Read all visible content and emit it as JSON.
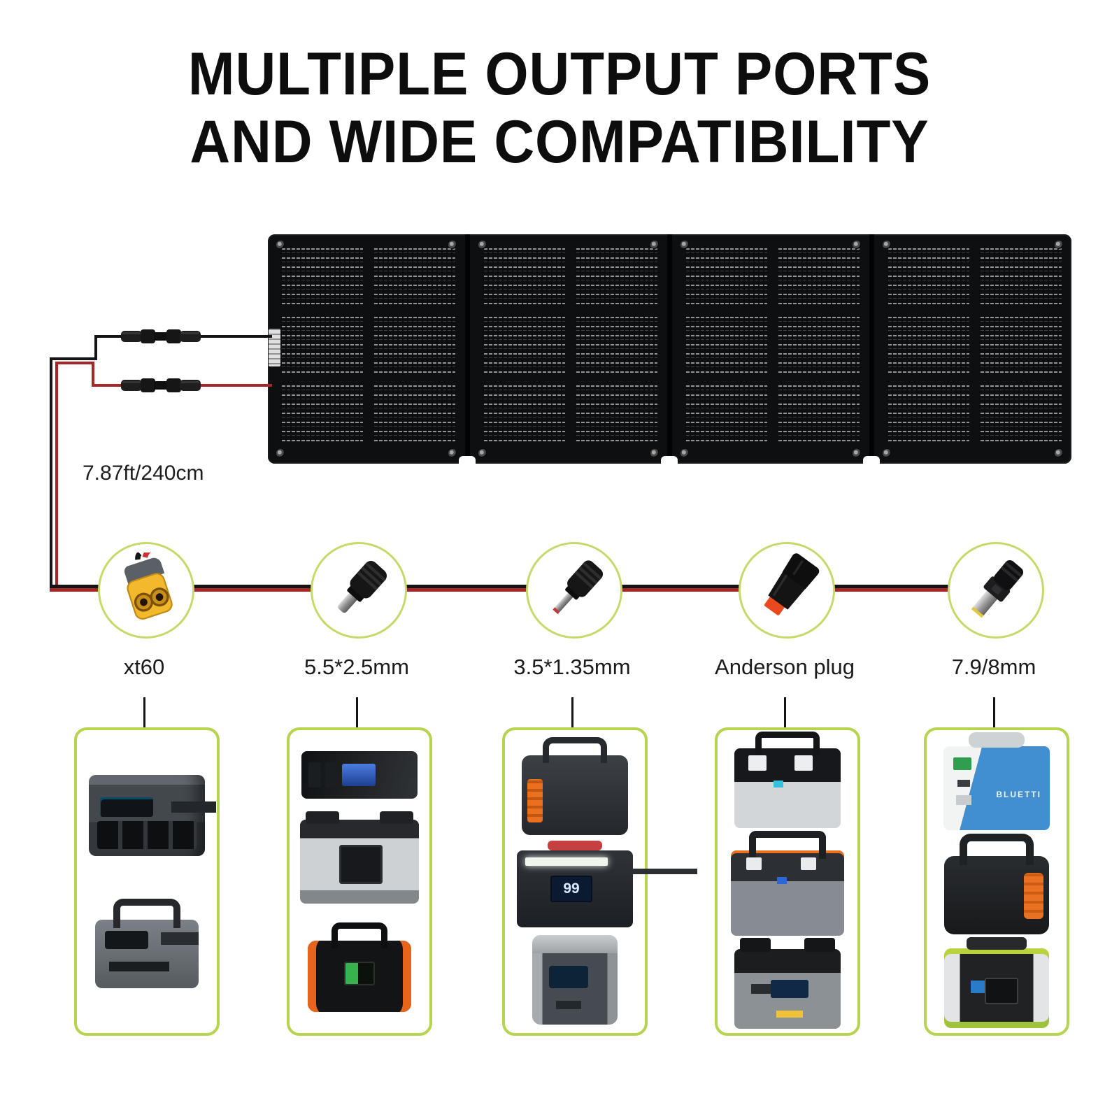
{
  "title": {
    "line1": "MULTIPLE OUTPUT PORTS",
    "line2": "AND WIDE COMPATIBILITY"
  },
  "cable": {
    "length_label": "7.87ft/240cm"
  },
  "panel": {
    "name": "foldable-solar-panel-4-sections",
    "sections": 4
  },
  "colors": {
    "accent_green": "#b6d44f",
    "wire_black": "#141414",
    "wire_red": "#a62525"
  },
  "columns": [
    {
      "id": "xt60",
      "label": "xt60",
      "icon": "xt60-connector-icon",
      "devices": [
        {
          "style": "d-r1500",
          "name": "power-station-dark-gray-allpowers"
        },
        {
          "style": "d-r600",
          "name": "power-station-gray-top-handle"
        }
      ]
    },
    {
      "id": "dc-5.5x2.5",
      "label": "5.5*2.5mm",
      "icon": "dc-5.5x2.5-connector-icon",
      "devices": [
        {
          "style": "d-pbank",
          "name": "wireless-charging-power-bank"
        },
        {
          "style": "d-monster1000",
          "name": "power-station-silver-dual-handle"
        },
        {
          "style": "d-flashfish",
          "name": "power-station-flashfish-black-orange"
        }
      ]
    },
    {
      "id": "dc-3.5x1.35",
      "label": "3.5*1.35mm",
      "icon": "dc-3.5x1.35-connector-icon",
      "devices": [
        {
          "style": "d-orange",
          "name": "power-station-orange-vent-handle"
        },
        {
          "style": "d-somada",
          "name": "power-station-somada-led",
          "display": "99"
        },
        {
          "style": "d-ecoflow",
          "name": "power-station-gray-tower"
        }
      ]
    },
    {
      "id": "anderson",
      "label": "Anderson plug",
      "icon": "anderson-plug-icon",
      "devices": [
        {
          "style": "d-s700",
          "name": "power-station-silver-black-top-outlets"
        },
        {
          "style": "d-s1500",
          "name": "power-station-gray-orange-stripe-handle"
        },
        {
          "style": "d-monsterx",
          "name": "power-station-diamond-plate-top"
        }
      ]
    },
    {
      "id": "dc-7.9x8",
      "label": "7.9/8mm",
      "icon": "dc-7.9x8-connector-icon",
      "devices": [
        {
          "style": "d-bluetti",
          "name": "power-station-bluetti-blue",
          "display": "BLUETTI"
        },
        {
          "style": "d-jackery",
          "name": "power-station-black-orange-handle"
        },
        {
          "style": "d-yeti",
          "name": "power-station-black-white-green"
        }
      ]
    }
  ]
}
